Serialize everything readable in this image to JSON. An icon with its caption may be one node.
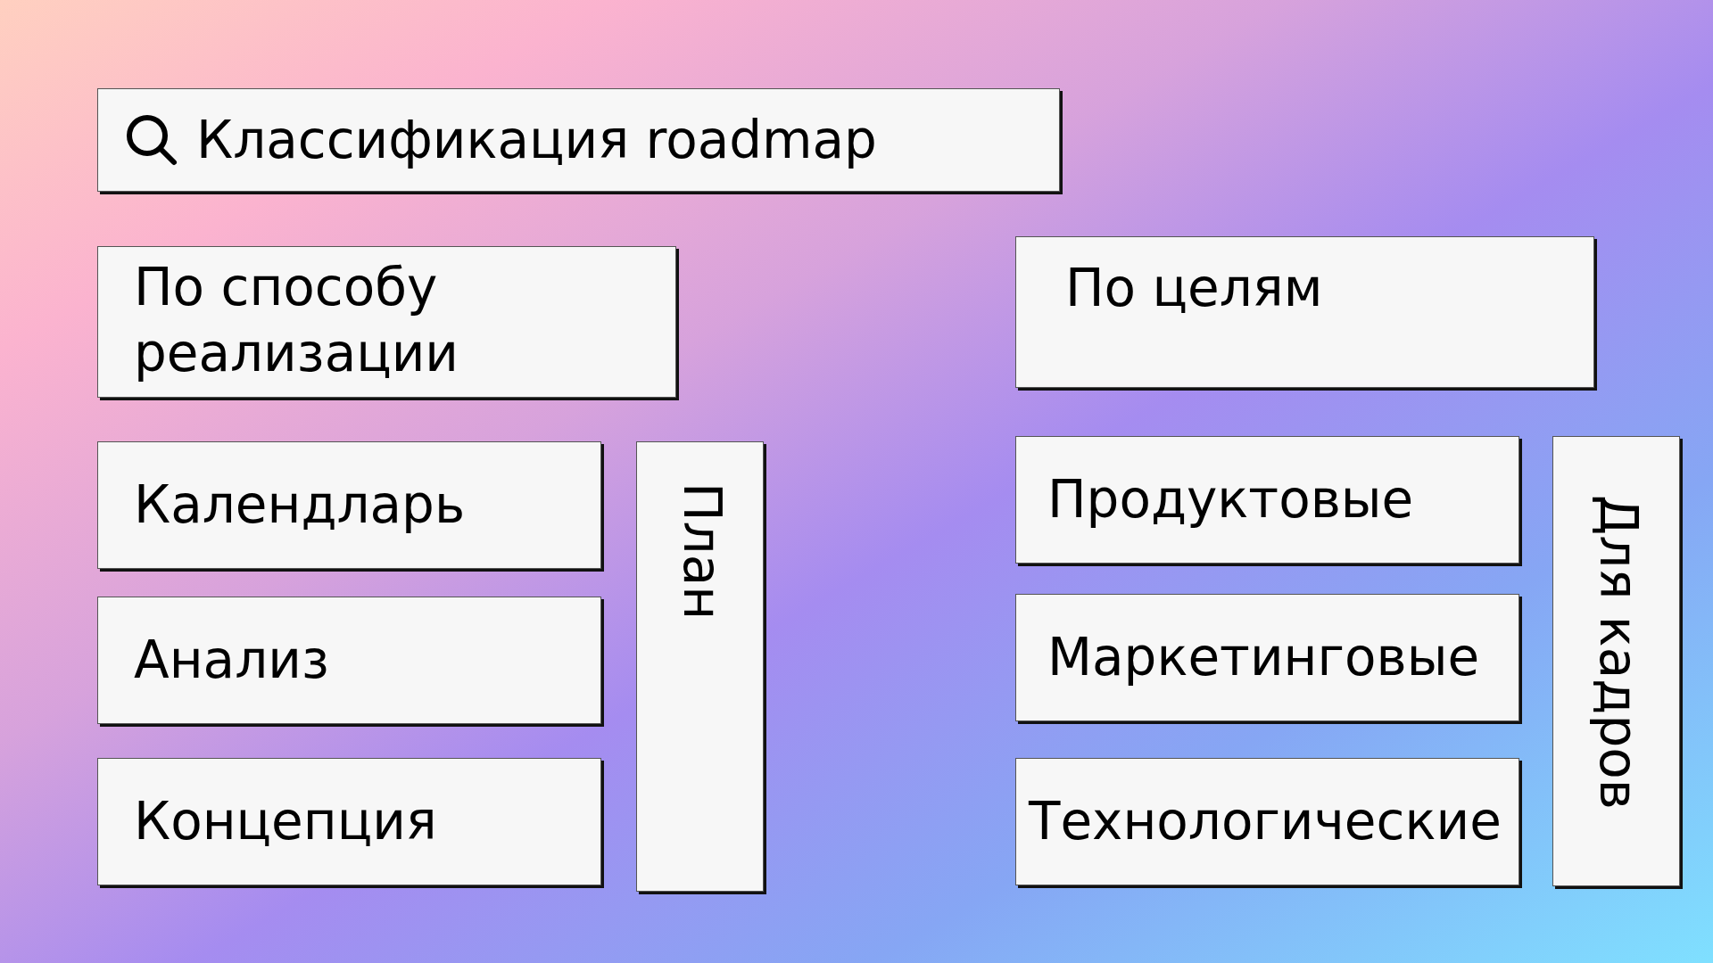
{
  "diagram": {
    "nodes": [
      {
        "text": [
          "Классификация roadmap"
        ]
      },
      {
        "text": [
          "По способу реализации"
        ]
      },
      {
        "text": [
          "Календларь"
        ]
      },
      {
        "text": [
          "Анализ"
        ]
      },
      {
        "text": [
          "Концепция"
        ]
      },
      {
        "text": [
          "План"
        ]
      },
      {
        "text": [
          "По целям"
        ]
      },
      {
        "text": [
          "Продуктовые"
        ]
      },
      {
        "text": [
          "Маркетинговые"
        ]
      },
      {
        "text": [
          "Технологические"
        ]
      },
      {
        "text": [
          "Для кадров"
        ]
      }
    ]
  }
}
